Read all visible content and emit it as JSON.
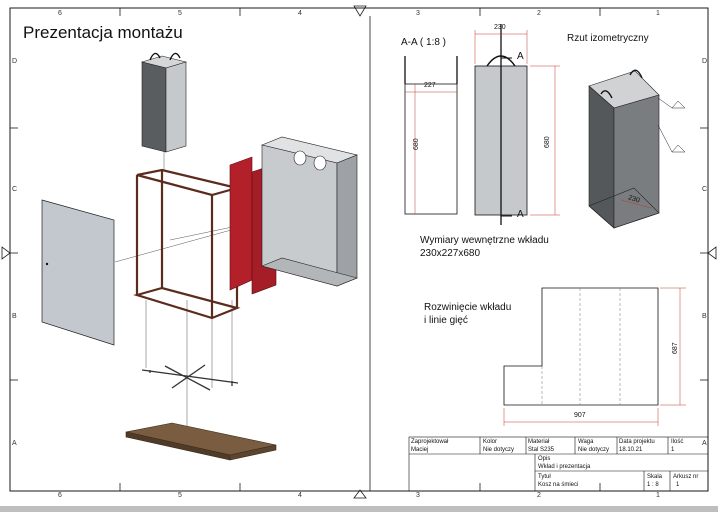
{
  "sheet": {
    "title": "Prezentacja montażu",
    "zones_top": [
      "6",
      "5",
      "4",
      "3",
      "2",
      "1"
    ],
    "zones_bottom": [
      "6",
      "5",
      "4",
      "3",
      "2",
      "1"
    ],
    "zones_left": [
      "D",
      "C",
      "B",
      "A"
    ],
    "zones_right": [
      "D",
      "C",
      "B",
      "A"
    ]
  },
  "section_view": {
    "label": "A-A ( 1:8 )",
    "width_outer": "230",
    "width_inner": "227",
    "height_inner": "680",
    "height_outer": "680",
    "cut_letter_top": "A",
    "cut_letter_bottom": "A"
  },
  "iso_view": {
    "label": "Rzut izometryczny",
    "dim": "230"
  },
  "notes": {
    "inner_dims_line1": "Wymiary wewnętrzne wkładu",
    "inner_dims_line2": "230x227x680",
    "unfold_line1": "Rozwinięcie wkładu",
    "unfold_line2": "i linie gięć"
  },
  "unfold_view": {
    "height": "687",
    "width": "907"
  },
  "title_block": {
    "designed_by_label": "Zaprojektował",
    "designed_by": "Maciej",
    "color_label": "Kolor",
    "color": "Nie dotyczy",
    "material_label": "Materiał",
    "material": "Stal S235",
    "weight_label": "Waga",
    "weight": "Nie dotyczy",
    "date_label": "Data projektu",
    "date": "18.10.21",
    "count_label": "Ilość",
    "count": "1",
    "desc_label": "Opis",
    "desc": "Wkład i prezentacja",
    "title_label": "Tytuł",
    "title": "Kosz na śmieci",
    "scale_label": "Skala",
    "scale": "1 : 8",
    "sheet_label": "Arkusz nr",
    "sheet_no": "1"
  },
  "colors": {
    "frame": "#1a1a1a",
    "red_panel": "#b3202a",
    "wood_panel": "#6b5239",
    "grey_dark": "#5a5d60",
    "grey_light": "#c6c9cc",
    "dim_red": "#c0392b"
  }
}
